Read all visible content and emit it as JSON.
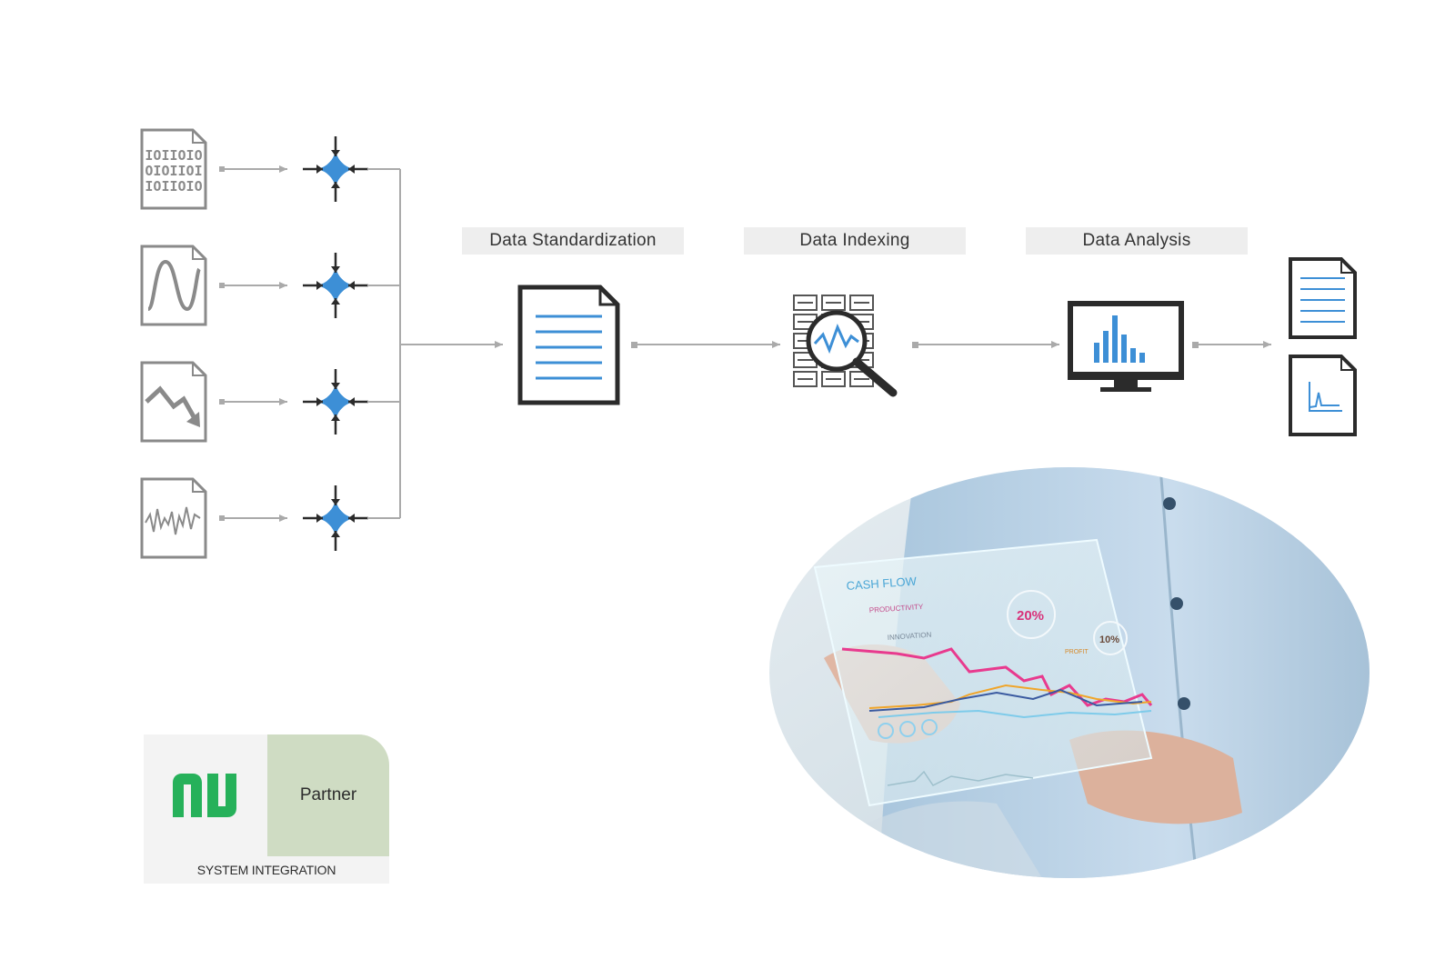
{
  "stages": [
    {
      "label": "Data Standardization"
    },
    {
      "label": "Data Indexing"
    },
    {
      "label": "Data Analysis"
    }
  ],
  "inputs": [
    {
      "icon": "binary-file-icon",
      "lines": [
        "IOIIOIO",
        "OIOIIOI",
        "IOIIOIO"
      ]
    },
    {
      "icon": "sine-wave-file-icon"
    },
    {
      "icon": "trend-down-file-icon"
    },
    {
      "icon": "noise-signal-file-icon"
    }
  ],
  "badge": {
    "partner": "Partner",
    "footer": "SYSTEM INTEGRATION",
    "logo_icon": "ni-logo-icon",
    "logo_color": "#26b15a",
    "panel_color": "#cfdcc3"
  },
  "photo": {
    "screen_texts": [
      "CASH FLOW",
      "PRODUCTIVITY",
      "INNOVATION",
      "20%",
      "10%",
      "PROFIT"
    ]
  },
  "colors": {
    "accent": "#3d8fd6",
    "connector": "#aaaaaa",
    "icon_stroke": "#8a8a8a",
    "dark": "#2b2b2b"
  }
}
